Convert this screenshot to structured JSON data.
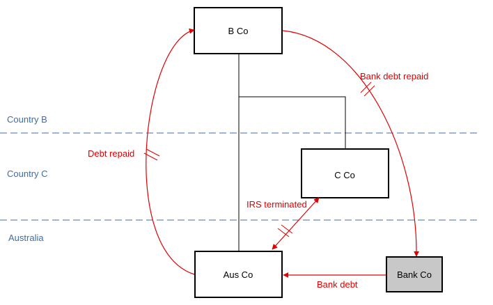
{
  "regions": {
    "country_b": "Country B",
    "country_c": "Country C",
    "australia": "Australia"
  },
  "entities": {
    "b_co": "B Co",
    "c_co": "C Co",
    "aus_co": "Aus Co",
    "bank_co": "Bank Co"
  },
  "flows": {
    "bank_debt_repaid": "Bank debt repaid",
    "debt_repaid": "Debt repaid",
    "irs_terminated": "IRS terminated",
    "bank_debt": "Bank debt"
  },
  "colors": {
    "flow": "#e00000",
    "region_text": "#3c6ea8",
    "region_line": "#3c6ea8",
    "bank_fill": "#c8c8c8"
  }
}
